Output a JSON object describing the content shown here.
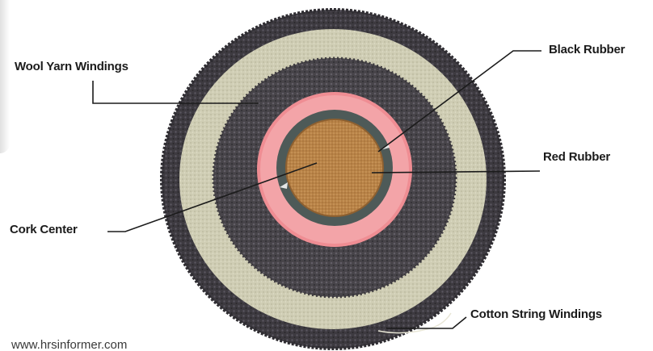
{
  "diagram": {
    "labels": {
      "wool_yarn": "Wool Yarn Windings",
      "black_rubber": "Black Rubber",
      "red_rubber": "Red Rubber",
      "cork_center": "Cork Center",
      "cotton_string": "Cotton String Windings"
    },
    "watermark": "www.hrsinformer.com",
    "colors": {
      "outer_wool": "#3d3a40",
      "cotton_string": "#cfcdb4",
      "inner_wool": "#474449",
      "red_rubber": "#ef8d93",
      "black_rubber": "#4e5a58",
      "cork": "#b98347",
      "leader_line": "#1b1b1b"
    }
  }
}
